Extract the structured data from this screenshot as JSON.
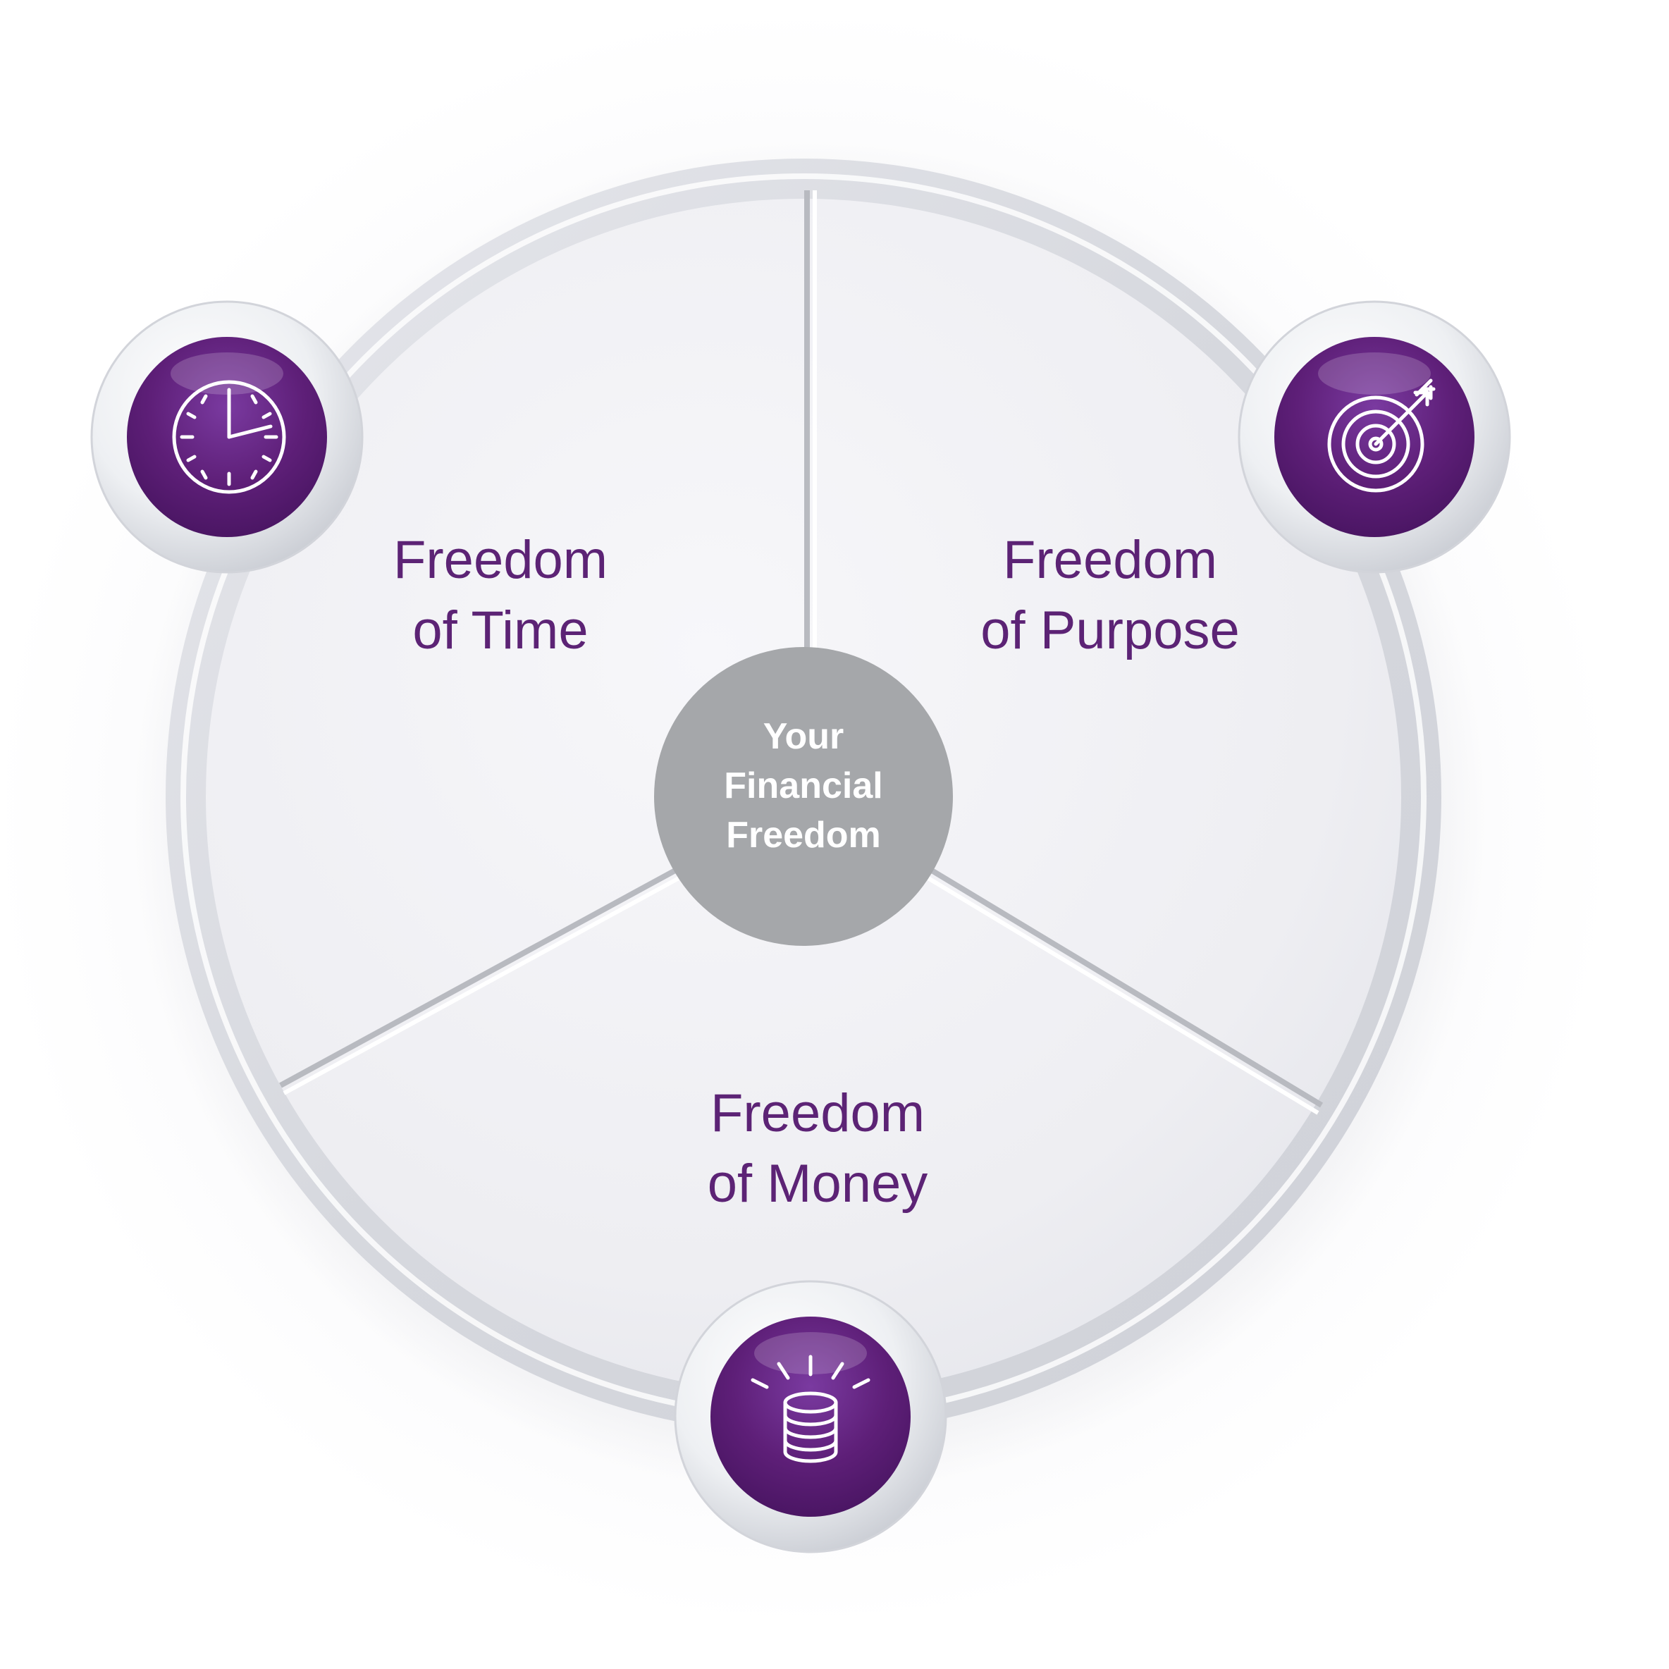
{
  "hub": {
    "lines": [
      "Your",
      "Financial",
      "Freedom"
    ]
  },
  "segments": [
    {
      "id": "time",
      "lines": [
        "Freedom",
        "of Time"
      ],
      "icon": "clock-icon"
    },
    {
      "id": "purpose",
      "lines": [
        "Freedom",
        "of Purpose"
      ],
      "icon": "target-arrow-icon"
    },
    {
      "id": "money",
      "lines": [
        "Freedom",
        "of Money"
      ],
      "icon": "coin-stack-icon"
    }
  ],
  "colors": {
    "accent_purple": "#5c2375",
    "badge_purple": "#5e1f78",
    "hub_gray": "#a5a7aa",
    "disc_white": "#f1f1f5",
    "rim_gray": "#d9dbe0",
    "divider_gray": "#b8bac0"
  }
}
